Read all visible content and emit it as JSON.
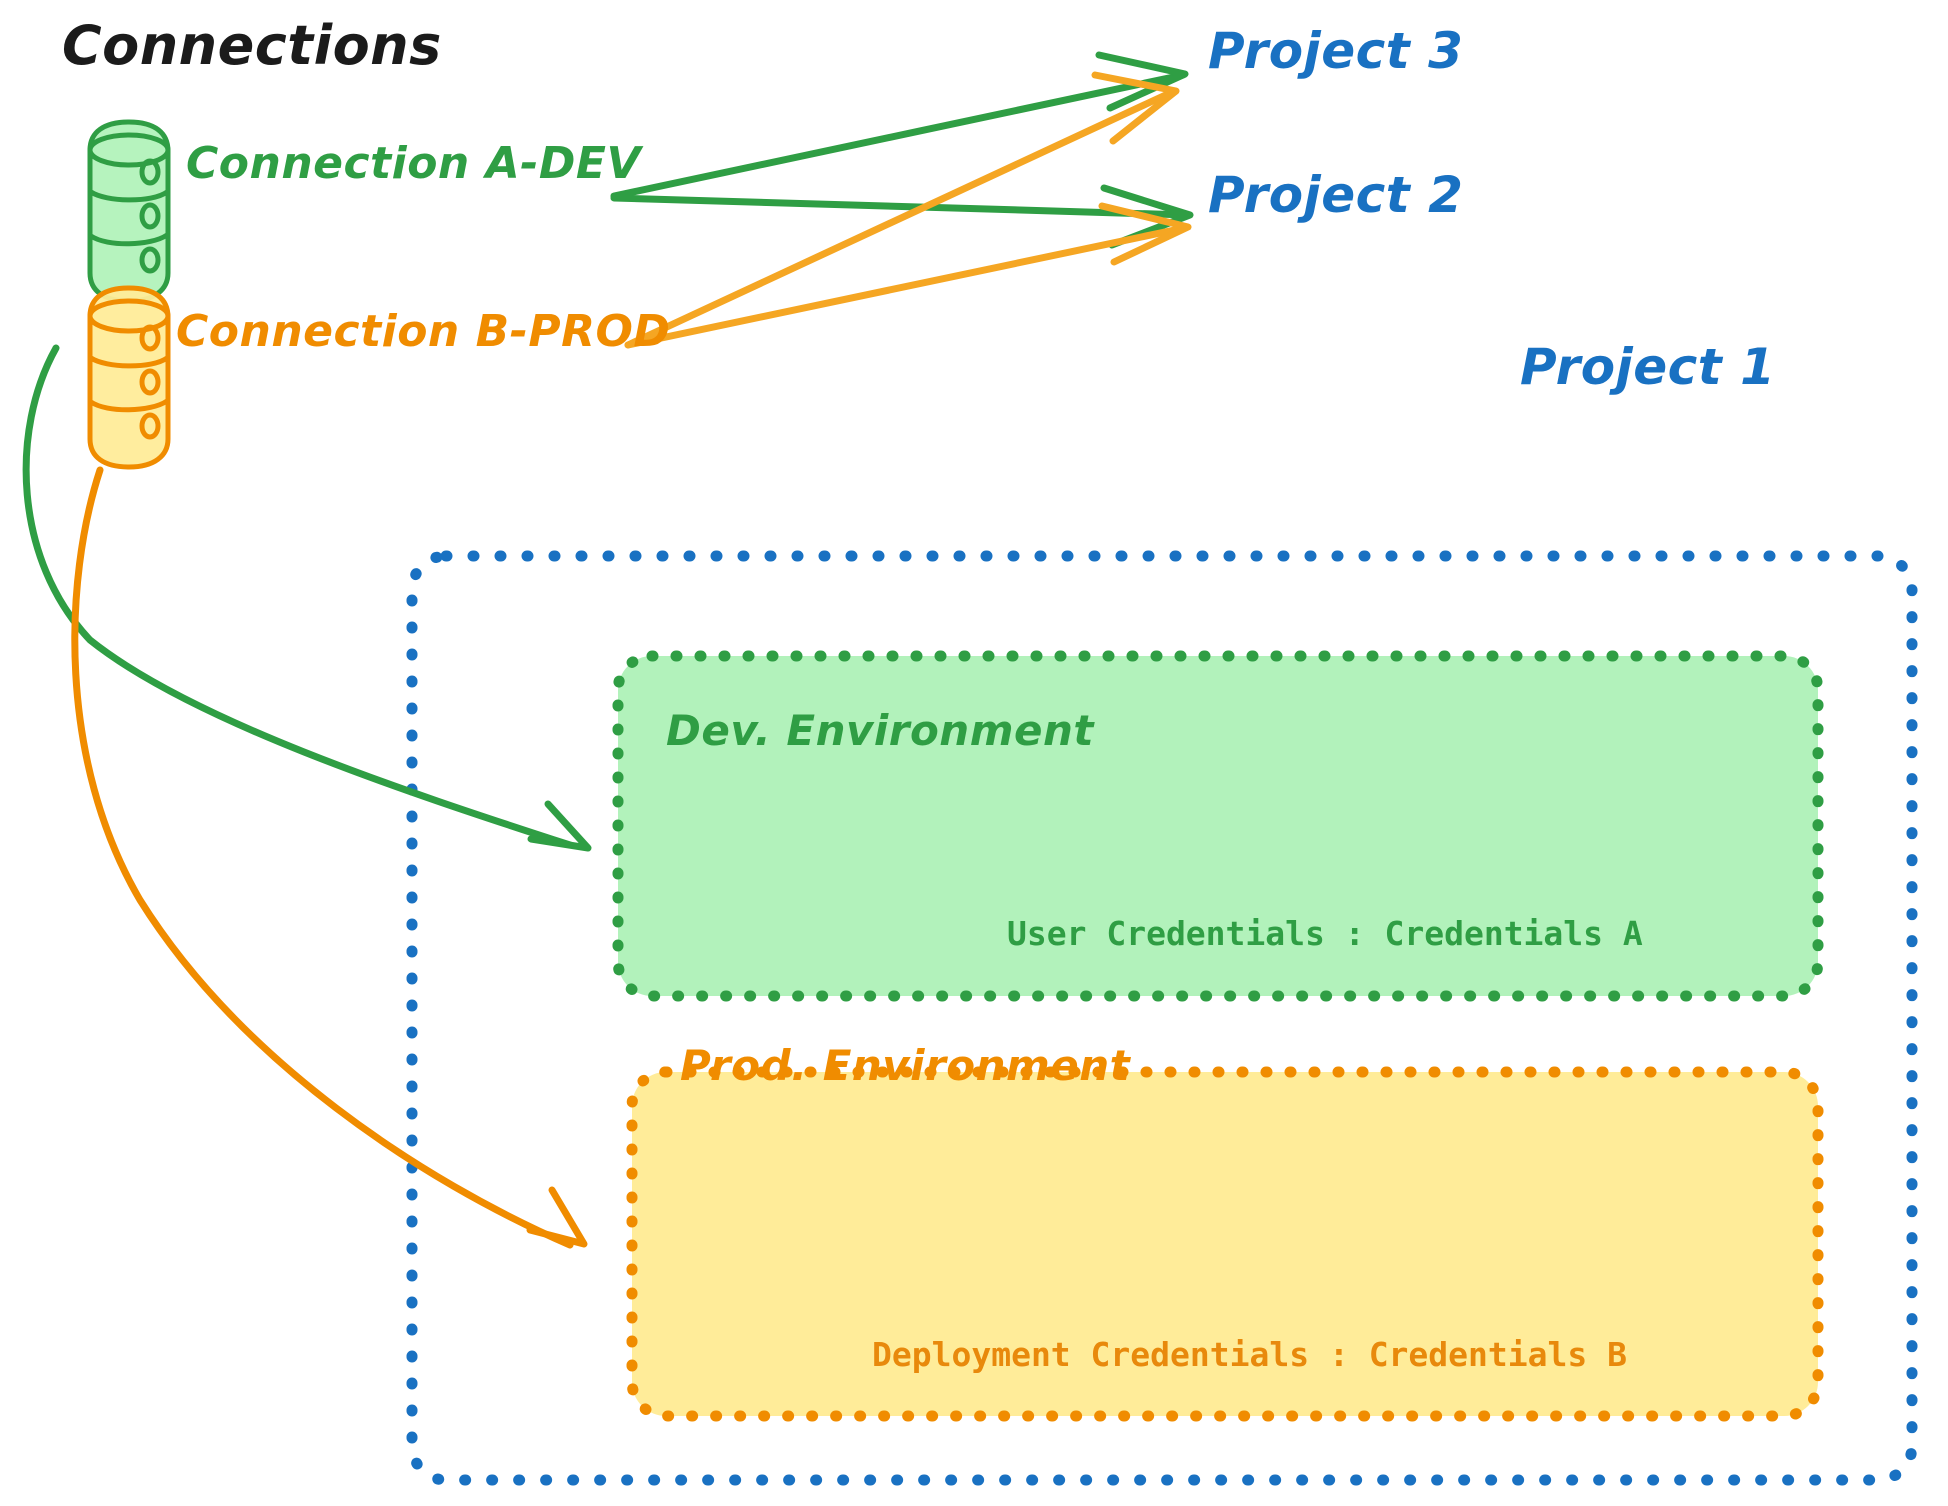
{
  "diagram": {
    "title": "Connections",
    "background": "#ffffff"
  },
  "colors": {
    "green_stroke": "#2f9e44",
    "green_fill": "#b2f2bb",
    "orange_stroke": "#f08c00",
    "orange_fill": "#ffec99",
    "blue_stroke": "#1971c2",
    "black_text": "#1b1b1b"
  },
  "connections": [
    {
      "id": "conn-a-dev",
      "label": "Connection A-DEV",
      "icon": "database-icon",
      "color": "#2f9e44"
    },
    {
      "id": "conn-b-prod",
      "label": "Connection B-PROD",
      "icon": "database-icon",
      "color": "#f08c00"
    }
  ],
  "projects": [
    {
      "id": "project-3",
      "label": "Project 3",
      "color": "#1971c2"
    },
    {
      "id": "project-2",
      "label": "Project 2",
      "color": "#1971c2"
    },
    {
      "id": "project-1",
      "label": "Project 1",
      "color": "#1971c2"
    }
  ],
  "project1": {
    "label": "Project 1",
    "environments": [
      {
        "id": "dev-environment",
        "label": "Dev. Environment",
        "credentials_label": "User Credentials : Credentials A",
        "credential_key": "User Credentials",
        "credential_value": "Credentials A",
        "fill": "#b2f2bb",
        "stroke": "#2f9e44"
      },
      {
        "id": "prod-environment",
        "label": "Prod. Environment",
        "credentials_label": "Deployment Credentials : Credentials B",
        "credential_key": "Deployment Credentials",
        "credential_value": "Credentials B",
        "fill": "#ffec99",
        "stroke": "#f08c00"
      }
    ]
  },
  "edges": [
    {
      "id": "edge-a-to-project3",
      "from": "conn-a-dev",
      "to": "project-3",
      "color": "#2f9e44",
      "style": "straight-arrow"
    },
    {
      "id": "edge-a-to-project2",
      "from": "conn-a-dev",
      "to": "project-2",
      "color": "#2f9e44",
      "style": "straight-arrow"
    },
    {
      "id": "edge-b-to-project3",
      "from": "conn-b-prod",
      "to": "project-3",
      "color": "#f5a623",
      "style": "straight-arrow"
    },
    {
      "id": "edge-b-to-project2",
      "from": "conn-b-prod",
      "to": "project-2",
      "color": "#f5a623",
      "style": "straight-arrow"
    },
    {
      "id": "edge-a-to-dev-env",
      "from": "conn-a-dev",
      "to": "dev-environment",
      "color": "#2f9e44",
      "style": "curved-arrow"
    },
    {
      "id": "edge-b-to-prod-env",
      "from": "conn-b-prod",
      "to": "prod-environment",
      "color": "#f08c00",
      "style": "curved-arrow"
    }
  ]
}
